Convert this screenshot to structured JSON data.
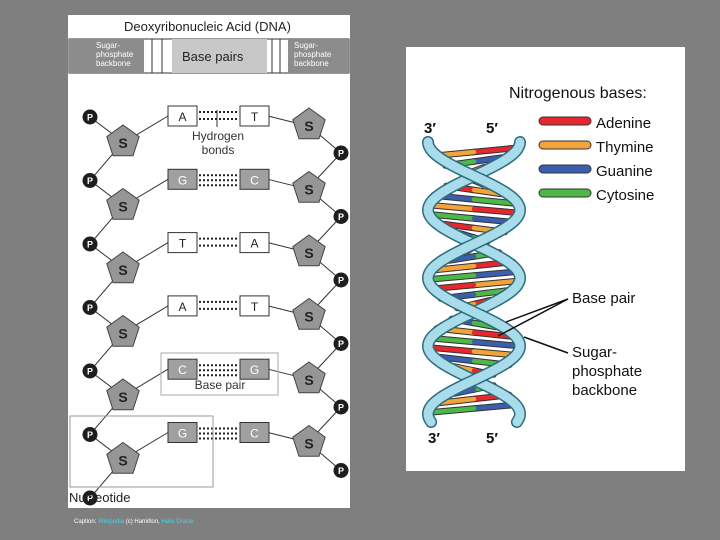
{
  "left_diagram": {
    "title": "Deoxyribonucleic Acid (DNA)",
    "header": {
      "left": "Sugar-\nphosphate\nbackbone",
      "center": "Base pairs",
      "right": "Sugar-\nphosphate\nbackbone"
    },
    "phosphate_label": "P",
    "sugar_label": "S",
    "rows": [
      {
        "left": "A",
        "right": "T"
      },
      {
        "left": "G",
        "right": "C"
      },
      {
        "left": "T",
        "right": "A"
      },
      {
        "left": "A",
        "right": "T"
      },
      {
        "left": "C",
        "right": "G"
      },
      {
        "left": "G",
        "right": "C"
      }
    ],
    "hydrogen_bonds_label": "Hydrogen\nbonds",
    "base_pair_label": "Base pair",
    "nucleotide_label": "Nucleotide",
    "colors": {
      "sugar": "#969696",
      "phosphate": "#1e1e1e",
      "base_dark": "#a0a0a0"
    }
  },
  "right_diagram": {
    "legend_title": "Nitrogenous bases:",
    "legend": [
      {
        "name": "Adenine",
        "color": "#e8262d"
      },
      {
        "name": "Thymine",
        "color": "#f2a33a"
      },
      {
        "name": "Guanine",
        "color": "#3b5fad"
      },
      {
        "name": "Cytosine",
        "color": "#4db848"
      }
    ],
    "strand_labels_top": [
      "3′",
      "5′"
    ],
    "strand_labels_bottom": [
      "3′",
      "5′"
    ],
    "base_pair_label": "Base pair",
    "backbone_label": "Sugar-\nphosphate\nbackbone",
    "backbone_color": "#a8dcea"
  },
  "caption": {
    "prefix": "Caption:",
    "link1": "Wikipedia",
    "middle": "(c) Hamilton,",
    "link2": "Helix Dracle"
  }
}
